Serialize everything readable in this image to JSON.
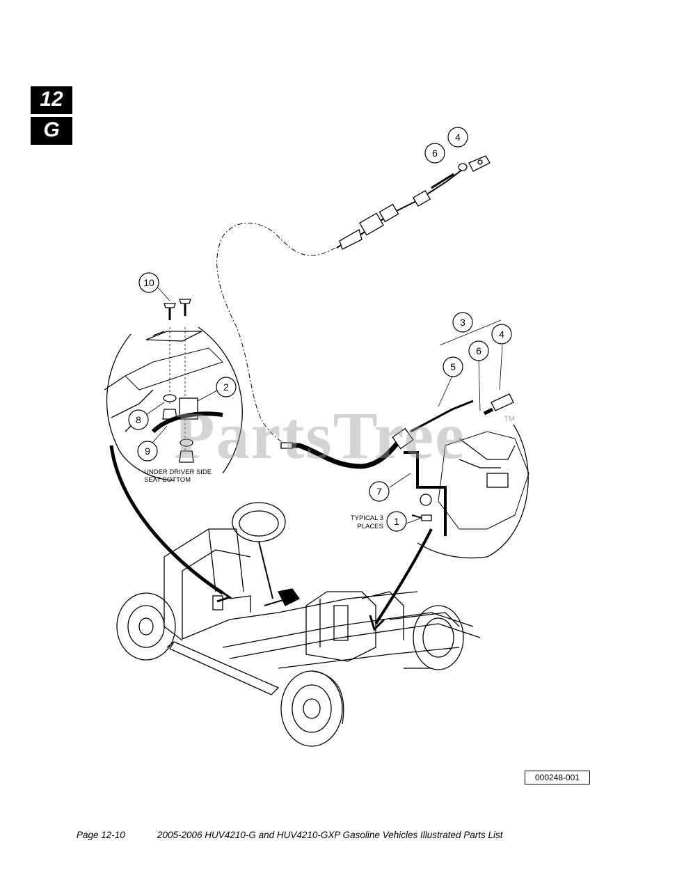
{
  "section_tab": {
    "number": "12",
    "letter": "G"
  },
  "callouts": [
    "1",
    "2",
    "3",
    "4",
    "5",
    "6",
    "7",
    "8",
    "9",
    "10"
  ],
  "callouts_upper": {
    "six": "6",
    "four": "4"
  },
  "notes": {
    "under_seat_line1": "UNDER DRIVER SIDE",
    "under_seat_line2": "SEAT BOTTOM",
    "typical_line1": "TYPICAL 3",
    "typical_line2": "PLACES"
  },
  "watermark": "PartsTree",
  "trademark": "TM",
  "figure_id": "000248-001",
  "footer": {
    "page": "Page 12-10",
    "title": "2005-2006 HUV4210-G and HUV4210-GXP Gasoline Vehicles Illustrated Parts List"
  }
}
